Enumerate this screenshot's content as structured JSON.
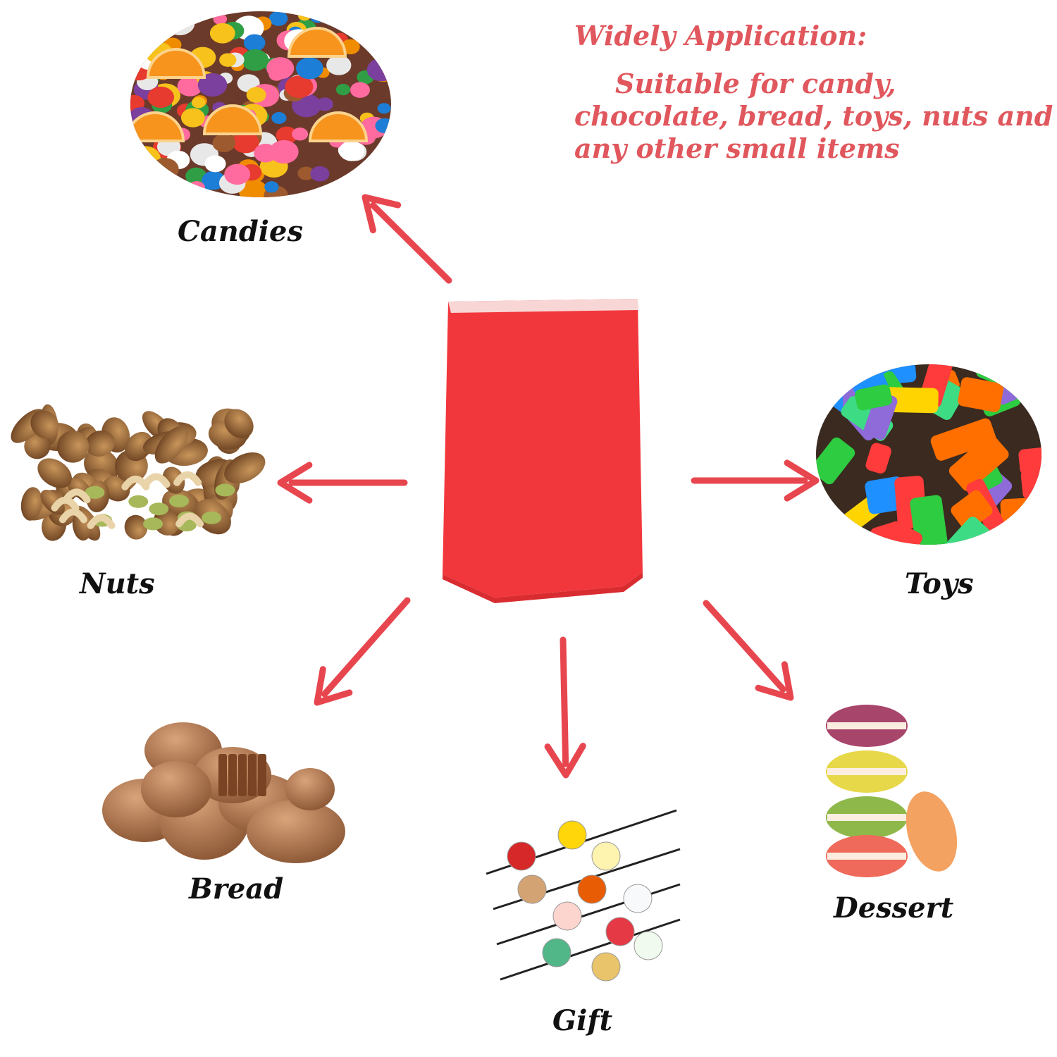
{
  "colors": {
    "accent": "#e0575d",
    "arrow": "#e8464f",
    "bag": "#f2373c",
    "bag_dark": "#d92c31",
    "bag_lip": "#f8d6d6",
    "label": "#111111"
  },
  "headline": {
    "title": "Widely Application:",
    "body": "Suitable for candy, chocolate, bread, toys, nuts and any other small items"
  },
  "categories": [
    {
      "key": "candies",
      "label": "Candies"
    },
    {
      "key": "nuts",
      "label": "Nuts"
    },
    {
      "key": "toys",
      "label": "Toys"
    },
    {
      "key": "bread",
      "label": "Bread"
    },
    {
      "key": "gift",
      "label": "Gift"
    },
    {
      "key": "dessert",
      "label": "Dessert"
    }
  ]
}
